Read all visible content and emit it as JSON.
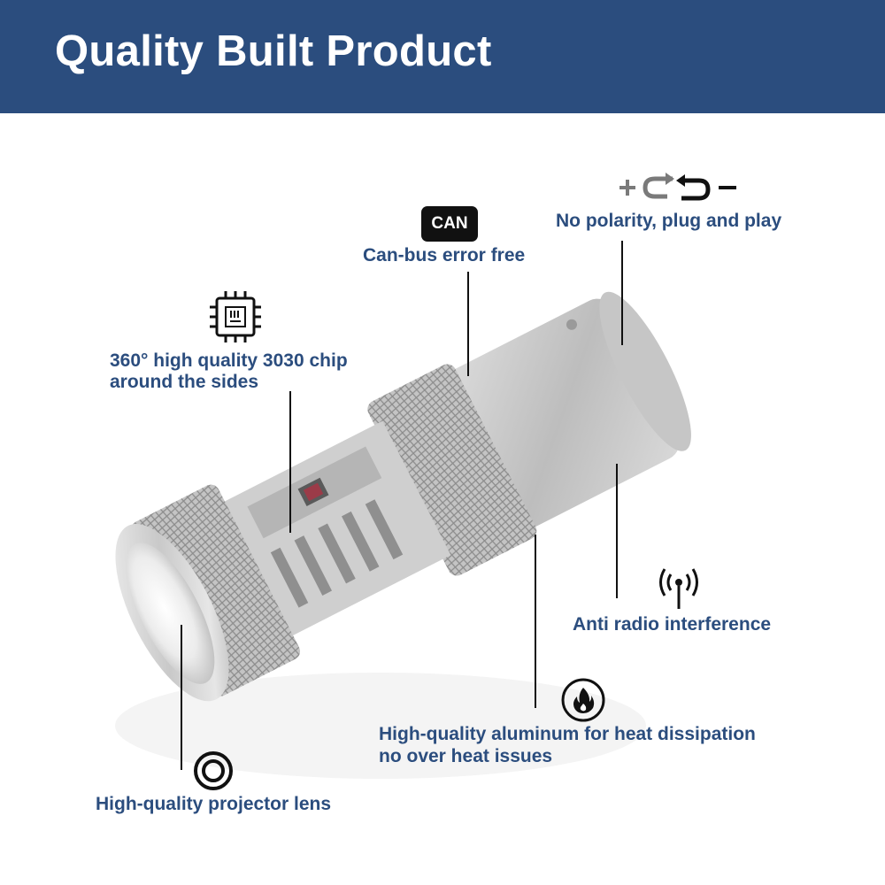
{
  "header": {
    "title": "Quality Built Product"
  },
  "features": {
    "polarity": {
      "label": "No polarity, plug and play",
      "icon": "polarity-icon"
    },
    "canbus": {
      "badge": "CAN",
      "label": "Can-bus error free",
      "icon": "can-badge"
    },
    "chip": {
      "line1": "360° high quality 3030 chip",
      "line2": "around the sides",
      "icon": "chip-icon"
    },
    "radio": {
      "label": "Anti radio interference",
      "icon": "antenna-icon"
    },
    "heat": {
      "line1": "High-quality aluminum for heat dissipation",
      "line2": "no over heat issues",
      "icon": "flame-icon"
    },
    "lens": {
      "label": "High-quality projector lens",
      "icon": "lens-icon"
    }
  },
  "colors": {
    "header_bg": "#2b4d7e",
    "label_text": "#2b4d7e",
    "icon": "#111111"
  }
}
